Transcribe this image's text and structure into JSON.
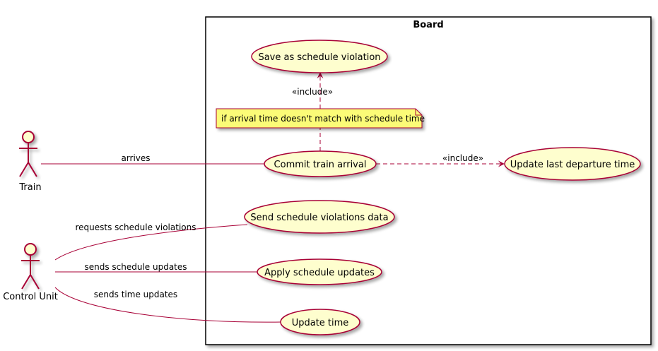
{
  "diagram": {
    "boundary": {
      "title": "Board"
    },
    "actors": [
      {
        "id": "train",
        "label": "Train"
      },
      {
        "id": "control",
        "label": "Control Unit"
      }
    ],
    "use_cases": [
      {
        "id": "save_violation",
        "label": "Save as schedule violation"
      },
      {
        "id": "commit_arrival",
        "label": "Commit train arrival"
      },
      {
        "id": "update_departure",
        "label": "Update last departure time"
      },
      {
        "id": "send_violations",
        "label": "Send schedule violations data"
      },
      {
        "id": "apply_updates",
        "label": "Apply schedule updates"
      },
      {
        "id": "update_time",
        "label": "Update time"
      }
    ],
    "note": {
      "text": "if arrival time doesn't match with schedule time"
    },
    "associations": [
      {
        "from": "train",
        "to": "commit_arrival",
        "label": "arrives"
      },
      {
        "from": "control",
        "to": "send_violations",
        "label": "requests schedule violations"
      },
      {
        "from": "control",
        "to": "apply_updates",
        "label": "sends schedule updates"
      },
      {
        "from": "control",
        "to": "update_time",
        "label": "sends time updates"
      }
    ],
    "includes": [
      {
        "from": "commit_arrival",
        "to": "save_violation",
        "label": "«include»"
      },
      {
        "from": "commit_arrival",
        "to": "update_departure",
        "label": "«include»"
      }
    ],
    "colors": {
      "actor_stroke": "#A80036",
      "actor_fill": "#FEFECE",
      "usecase_fill": "#FEFECE",
      "usecase_stroke": "#A80036",
      "note_fill": "#FBFB77",
      "note_stroke": "#A80036",
      "line": "#A80036",
      "boundary_stroke": "#000000"
    }
  }
}
